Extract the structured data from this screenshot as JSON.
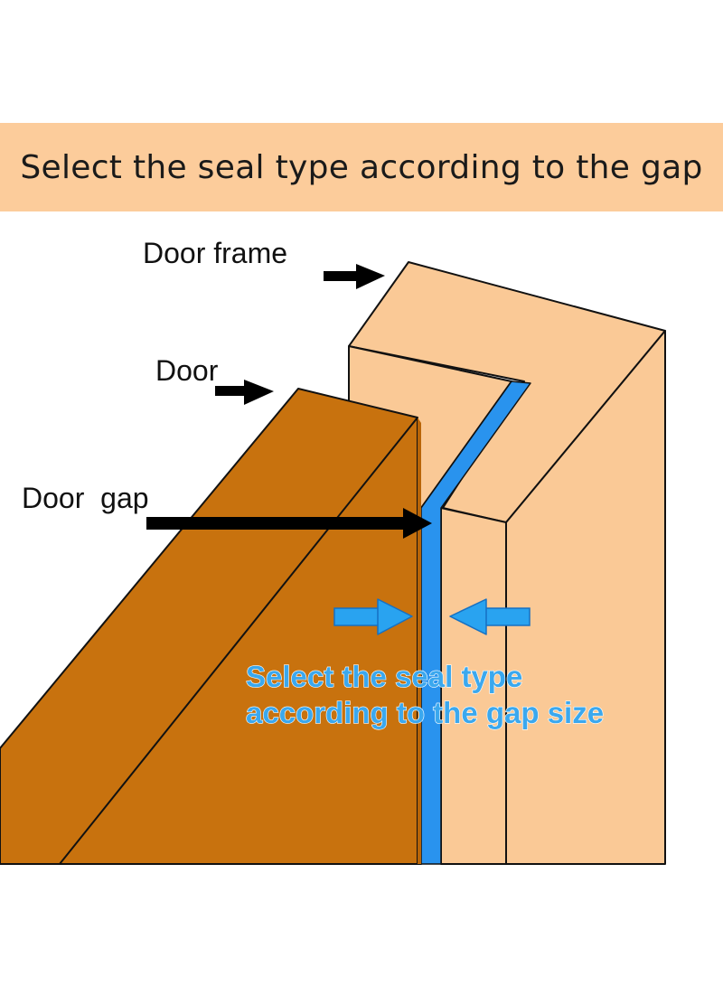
{
  "banner": {
    "title": "Select the seal type according to the gap"
  },
  "labels": {
    "door_frame": "Door frame",
    "door": "Door",
    "door_gap": "Door  gap",
    "note_line1": "Select the seal type",
    "note_line2": "according to the gap size"
  },
  "colors": {
    "banner": "#fccc9b",
    "frame": "#fac996",
    "door": "#c8720e",
    "seal": "#2993ee",
    "arrow_black": "#000000",
    "arrow_blue": "#29a3f0"
  },
  "icons": [
    "arrow-right-icon",
    "arrow-left-icon"
  ]
}
